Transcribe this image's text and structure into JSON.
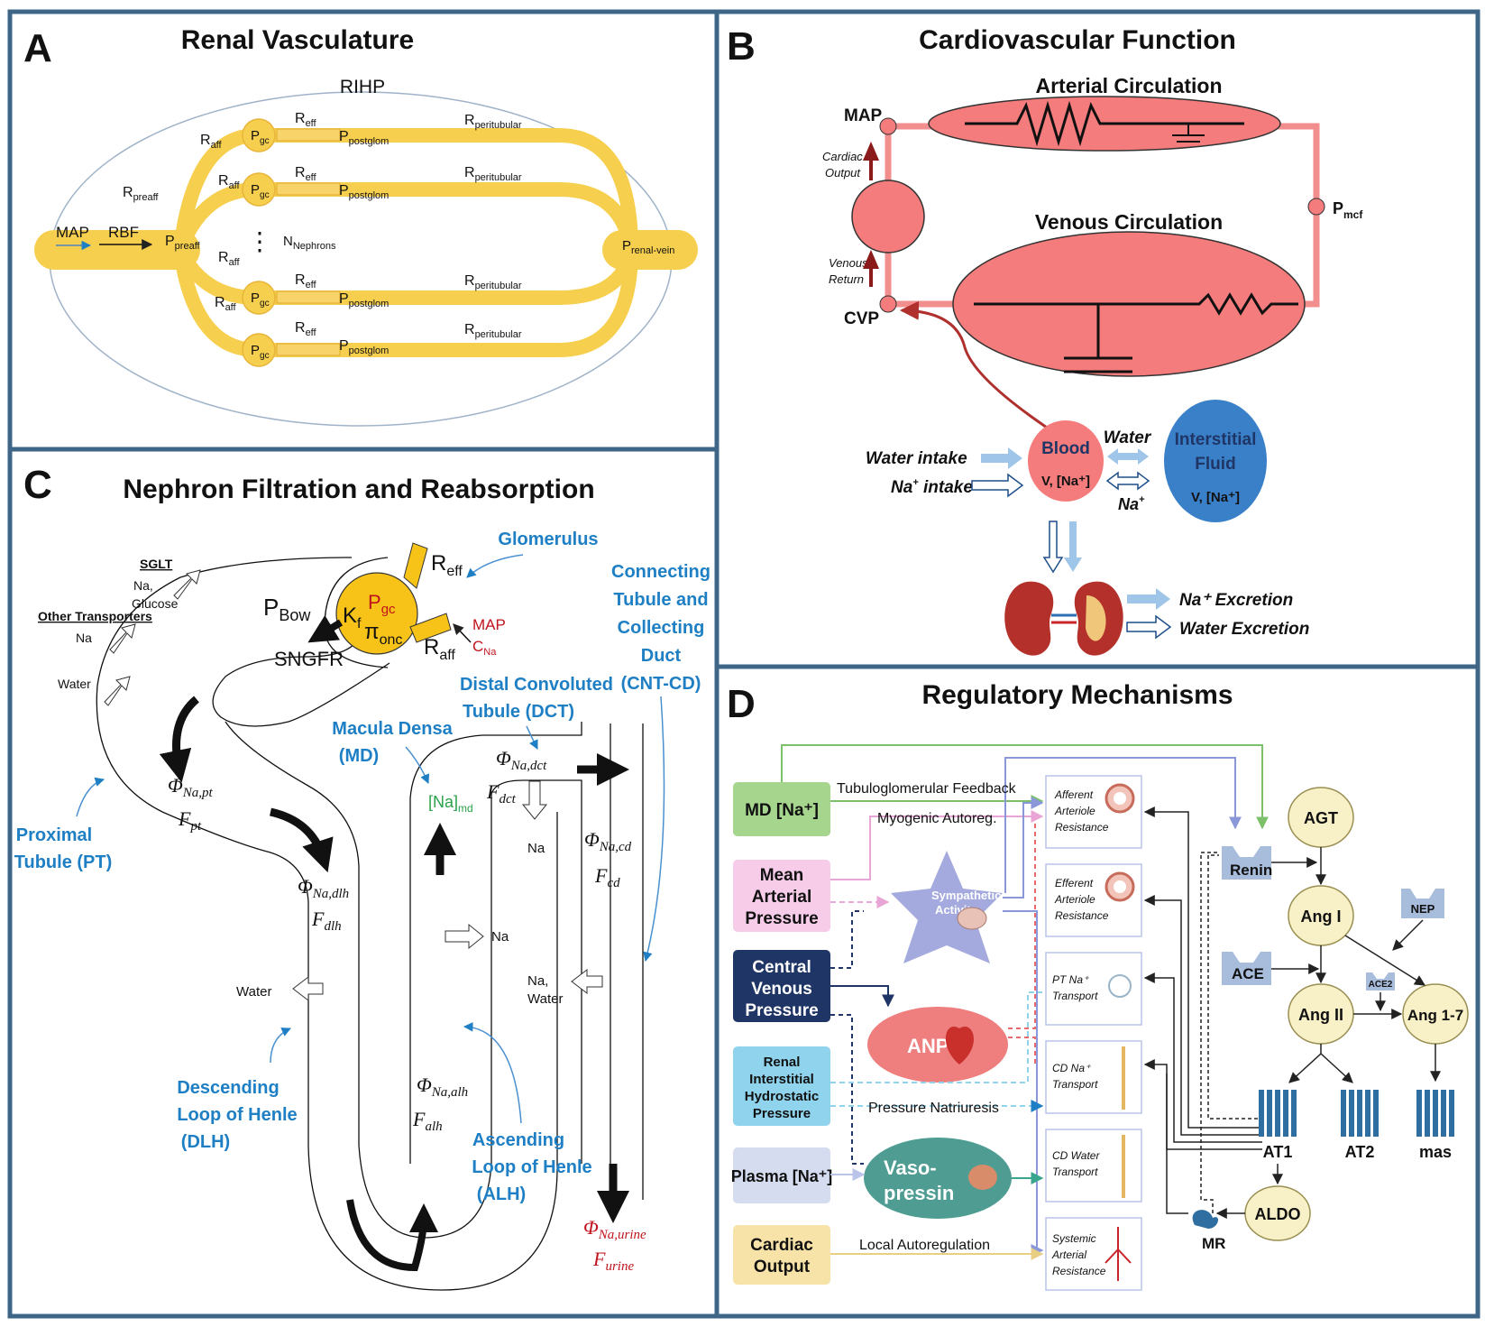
{
  "colors": {
    "panel_border": "#3f6587",
    "vessel_fill": "#f7cf4e",
    "vessel_stroke": "#e8b43a",
    "pink_vessel": "#f28e8e",
    "label_blue": "#1e7fc4",
    "label_red": "#c0141e"
  },
  "panel_a": {
    "letter": "A",
    "title": "Renal Vasculature",
    "rihp": "RIHP",
    "map": "MAP",
    "rbf": "RBF",
    "r": "R",
    "sub_preaff": "preaff",
    "sub_aff": "aff",
    "sub_eff": "eff",
    "sub_peritubular": "peritubular",
    "p": "P",
    "sub_gc": "gc",
    "sub_postglom": "postglom",
    "sub_renal_vein": "renal-vein",
    "n": "N",
    "sub_nephrons": "Nephrons",
    "vdots": "⋮"
  },
  "panel_b": {
    "letter": "B",
    "title": "Cardiovascular Function",
    "arterial": "Arterial Circulation",
    "venous": "Venous Circulation",
    "map": "MAP",
    "cvp": "CVP",
    "pmcf_p": "P",
    "pmcf_sub": "mcf",
    "cardiac_output": [
      "Cardiac",
      "Output"
    ],
    "venous_return": [
      "Venous",
      "Return"
    ],
    "water_intake": "Water intake",
    "na_intake_pre": "Na",
    "na_intake_post": " intake",
    "blood_title": "Blood",
    "blood_sub": "V, [Na⁺]",
    "water": "Water",
    "na": "Na",
    "isf_title": [
      "Interstitial",
      "Fluid"
    ],
    "isf_sub": "V, [Na⁺]",
    "na_excretion": "Na⁺ Excretion",
    "water_excretion": "Water Excretion"
  },
  "panel_c": {
    "letter": "C",
    "title": "Nephron Filtration and Reabsorption",
    "glomerulus": "Glomerulus",
    "r_eff_r": "R",
    "r_eff_sub": "eff",
    "r_aff_sub": "aff",
    "p_bow_p": "P",
    "p_bow_sub": "Bow",
    "sngfr": "SNGFR",
    "kf_k": "K",
    "kf_sub": "f",
    "pgc_p": "P",
    "pgc_sub": "gc",
    "pi": "π",
    "pi_sub": "onc",
    "map": "MAP",
    "c_na_c": "C",
    "c_na_sub": "Na",
    "sglt": "SGLT",
    "na_glucose": [
      "Na,",
      "Glucose"
    ],
    "other_transporters": "Other Transporters",
    "na": "Na",
    "water": "Water",
    "na_water": [
      "Na,",
      "Water"
    ],
    "proximal_tubule": [
      "Proximal",
      "Tubule (PT)"
    ],
    "descending_loop": [
      "Descending",
      "Loop of Henle",
      "(DLH)"
    ],
    "ascending_loop": [
      "Ascending",
      "Loop of Henle",
      "(ALH)"
    ],
    "macula_densa": [
      "Macula Densa",
      "(MD)"
    ],
    "dct": [
      "Distal Convoluted",
      "Tubule (DCT)"
    ],
    "cnt_cd": [
      "Connecting",
      "Tubule and",
      "Collecting",
      "Duct",
      "(CNT-CD)"
    ],
    "phi": "Φ",
    "f": "F",
    "sub_na_pt": "Na,pt",
    "sub_pt": "pt",
    "sub_na_dlh": "Na,dlh",
    "sub_dlh": "dlh",
    "sub_na_alh": "Na,alh",
    "sub_alh": "alh",
    "sub_na_dct": "Na,dct",
    "sub_dct": "dct",
    "sub_na_cd": "Na,cd",
    "sub_cd": "cd",
    "sub_na_urine": "Na,urine",
    "sub_urine": "urine",
    "na_md": "[Na]",
    "na_md_sub": "md"
  },
  "panel_d": {
    "letter": "D",
    "title": "Regulatory Mechanisms",
    "inputs": [
      {
        "label": [
          "MD [Na⁺]"
        ],
        "color": "#a6d58d"
      },
      {
        "label": [
          "Mean",
          "Arterial",
          "Pressure"
        ],
        "color": "#f6cce8"
      },
      {
        "label": [
          "Central",
          "Venous",
          "Pressure"
        ],
        "color": "#1f3566"
      },
      {
        "label": [
          "Renal",
          "Interstitial",
          "Hydrostatic",
          "Pressure"
        ],
        "color": "#8fd3ec"
      },
      {
        "label": [
          "Plasma [Na⁺]"
        ],
        "color": "#d5dcef"
      },
      {
        "label": [
          "Cardiac",
          "Output"
        ],
        "color": "#f7e2a8"
      }
    ],
    "targets": [
      [
        "Afferent",
        "Arteriole",
        "Resistance"
      ],
      [
        "Efferent",
        "Arteriole",
        "Resistance"
      ],
      [
        "PT Na⁺",
        "Transport"
      ],
      [
        "CD Na⁺",
        "Transport"
      ],
      [
        "CD Water",
        "Transport"
      ],
      [
        "Systemic",
        "Arterial",
        "Resistance"
      ]
    ],
    "tgf": "Tubuloglomerular Feedback",
    "myogenic": "Myogenic Autoreg.",
    "pressure_natriuresis": "Pressure Natriuresis",
    "local_autoreg": "Local Autoregulation",
    "sympathetic": [
      "Sympathetic",
      "Activity"
    ],
    "anp": "ANP",
    "vasopressin": [
      "Vaso-",
      "pressin"
    ],
    "renin": "Renin",
    "agt": "AGT",
    "ang1": "Ang I",
    "ang2": "Ang II",
    "ang17": "Ang 1-7",
    "ace": "ACE",
    "ace2": "ACE2",
    "nep": "NEP",
    "at1": "AT1",
    "at2": "AT2",
    "mas": "mas",
    "aldo": "ALDO",
    "mr": "MR"
  }
}
